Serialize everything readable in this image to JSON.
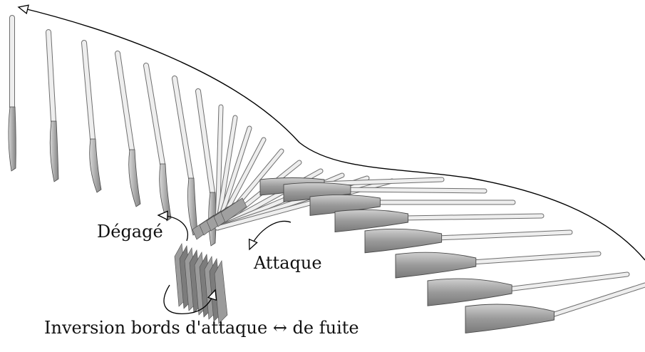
{
  "labels": {
    "degage": "Dégagé",
    "attaque": "Attaque",
    "inversion": "Inversion bords d'attaque ↔ de fuite"
  },
  "colors": {
    "shaft_fill": "#eeeeee",
    "shaft_stroke": "#6e6e6e",
    "blade_fill": "#8c8c8c",
    "blade_light": "#cfcfcf",
    "blade_stroke": "#4a4a4a",
    "curve": "#000000"
  }
}
